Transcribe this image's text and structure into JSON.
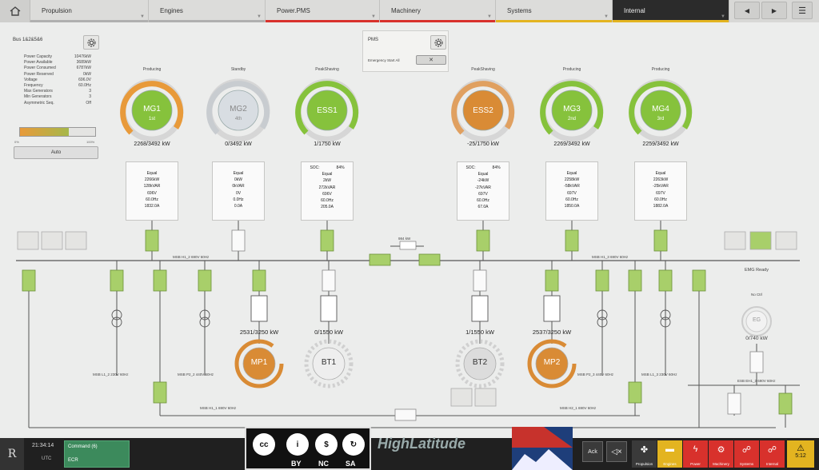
{
  "nav": {
    "tabs": [
      {
        "label": "Propulsion",
        "color": "#b0b0b0"
      },
      {
        "label": "Engines",
        "color": "#b0b0b0"
      },
      {
        "label": "Power.PMS",
        "color": "#d8312c"
      },
      {
        "label": "Machinery",
        "color": "#d8312c"
      },
      {
        "label": "Systems",
        "color": "#e3b420"
      },
      {
        "label": "Internal",
        "color": "#e3b420"
      }
    ]
  },
  "bus_panel": {
    "title": "Bus 1&2&5&6",
    "params": [
      {
        "label": "Power Capacity",
        "value": "10476kW"
      },
      {
        "label": "Power Available",
        "value": "3689kW"
      },
      {
        "label": "Power Consumed",
        "value": "6787kW"
      },
      {
        "label": "Power Reserved",
        "value": "0kW"
      },
      {
        "label": "Voltage",
        "value": "696.0V"
      },
      {
        "label": "Frequency",
        "value": "60.0Hz"
      },
      {
        "label": "Max Generators",
        "value": "3"
      },
      {
        "label": "Min Generators",
        "value": "3"
      },
      {
        "label": "Asymmetric Seq.",
        "value": "Off"
      }
    ],
    "load_fraction": 0.65,
    "scale_min": "0%",
    "scale_max": "100%",
    "mode_label": "Auto"
  },
  "pms": {
    "title": "PMS",
    "emergency_label": "Emergency Start All",
    "toggle_symbol": "✕"
  },
  "generators": [
    {
      "name": "MG1",
      "order": "1st",
      "state": "Producing",
      "power": "2268/3492 kW",
      "color": "#86c23c",
      "arc_color": "#e89a3a",
      "info": [
        "Equal",
        "2266kW",
        "128kVAR",
        "696V",
        "60.0Hz",
        "1832.0A"
      ]
    },
    {
      "name": "MG2",
      "order": "4th",
      "state": "Standby",
      "power": "0/3492 kW",
      "color": "#d8dde2",
      "arc_color": "#c8ccd0",
      "info": [
        "Equal",
        "0kW",
        "0kVAR",
        "0V",
        "0.0Hz",
        "0.0A"
      ]
    },
    {
      "name": "ESS1",
      "order": "",
      "state": "PeakShaving",
      "power": "1/1750 kW",
      "color": "#86c23c",
      "arc_color": "#86c23c",
      "soc": "SOC:",
      "soc_val": "84%",
      "info": [
        "Equal",
        "2kW",
        "272kVAR",
        "696V",
        "60.0Hz",
        "205.0A"
      ]
    },
    {
      "name": "ESS2",
      "order": "",
      "state": "PeakShaving",
      "power": "-25/1750 kW",
      "color": "#d98b35",
      "arc_color": "#e0a060",
      "soc": "SOC:",
      "soc_val": "84%",
      "info": [
        "Equal",
        "-24kW",
        "-27kVAR",
        "697V",
        "60.0Hz",
        "67.0A"
      ]
    },
    {
      "name": "MG3",
      "order": "2nd",
      "state": "Producing",
      "power": "2269/3492 kW",
      "color": "#86c23c",
      "arc_color": "#86c23c",
      "info": [
        "Equal",
        "2258kW",
        "-58kVAR",
        "697V",
        "60.0Hz",
        "1850.0A"
      ]
    },
    {
      "name": "MG4",
      "order": "3rd",
      "state": "Producing",
      "power": "2259/3492 kW",
      "color": "#86c23c",
      "arc_color": "#86c23c",
      "info": [
        "Equal",
        "2263kW",
        "-25kVAR",
        "697V",
        "60.0Hz",
        "1882.0A"
      ]
    }
  ],
  "buses": {
    "msb1": "MSB H1_2 690V 60Hz",
    "msb3": "MSB H1_3 690V 60Hz",
    "tie": "984 kW",
    "l12": "MSB L1_2 230V 60Hz",
    "p22": "MSB P2_2 440V 60Hz",
    "p23": "MSB P2_3 440V 60Hz",
    "l23": "MSB L1_3 230V 60Hz",
    "msb11": "MSB H1_1 690V 60Hz",
    "msb21": "MSB H2_1 690V 60Hz",
    "esb": "ESB EH1_3 690V 60Hz"
  },
  "consumers": [
    {
      "name": "MP1",
      "power": "2531/3250 kW",
      "color": "#d98b35"
    },
    {
      "name": "BT1",
      "power": "0/1550 kW",
      "color": "#eeeeee"
    },
    {
      "name": "BT2",
      "power": "1/1550 kW",
      "color": "#dcdcdc"
    },
    {
      "name": "MP2",
      "power": "2537/3250 kW",
      "color": "#d98b35"
    }
  ],
  "emg": {
    "title": "EMG Ready",
    "ctrl": "No Ctrl",
    "name": "EG",
    "power": "0/740 kW"
  },
  "bottom": {
    "time": "21:34:14",
    "tz": "UTC",
    "cmd_title": "Command (6)",
    "cmd_loc": "ECR",
    "license": [
      "BY",
      "NC",
      "SA"
    ],
    "watermark": "HighLatitude",
    "ack": "Ack",
    "tabs": [
      {
        "label": "Propulsion",
        "color": "#3a3a3a",
        "icon": "✤"
      },
      {
        "label": "Engines",
        "color": "#e3b420",
        "icon": "▬"
      },
      {
        "label": "Power",
        "color": "#d8312c",
        "icon": "ϟ"
      },
      {
        "label": "Machinery",
        "color": "#d8312c",
        "icon": "⚙"
      },
      {
        "label": "Systems",
        "color": "#d8312c",
        "icon": "☍"
      },
      {
        "label": "Internal",
        "color": "#d8312c",
        "icon": "☍"
      }
    ],
    "alarm_count": "5:12"
  }
}
